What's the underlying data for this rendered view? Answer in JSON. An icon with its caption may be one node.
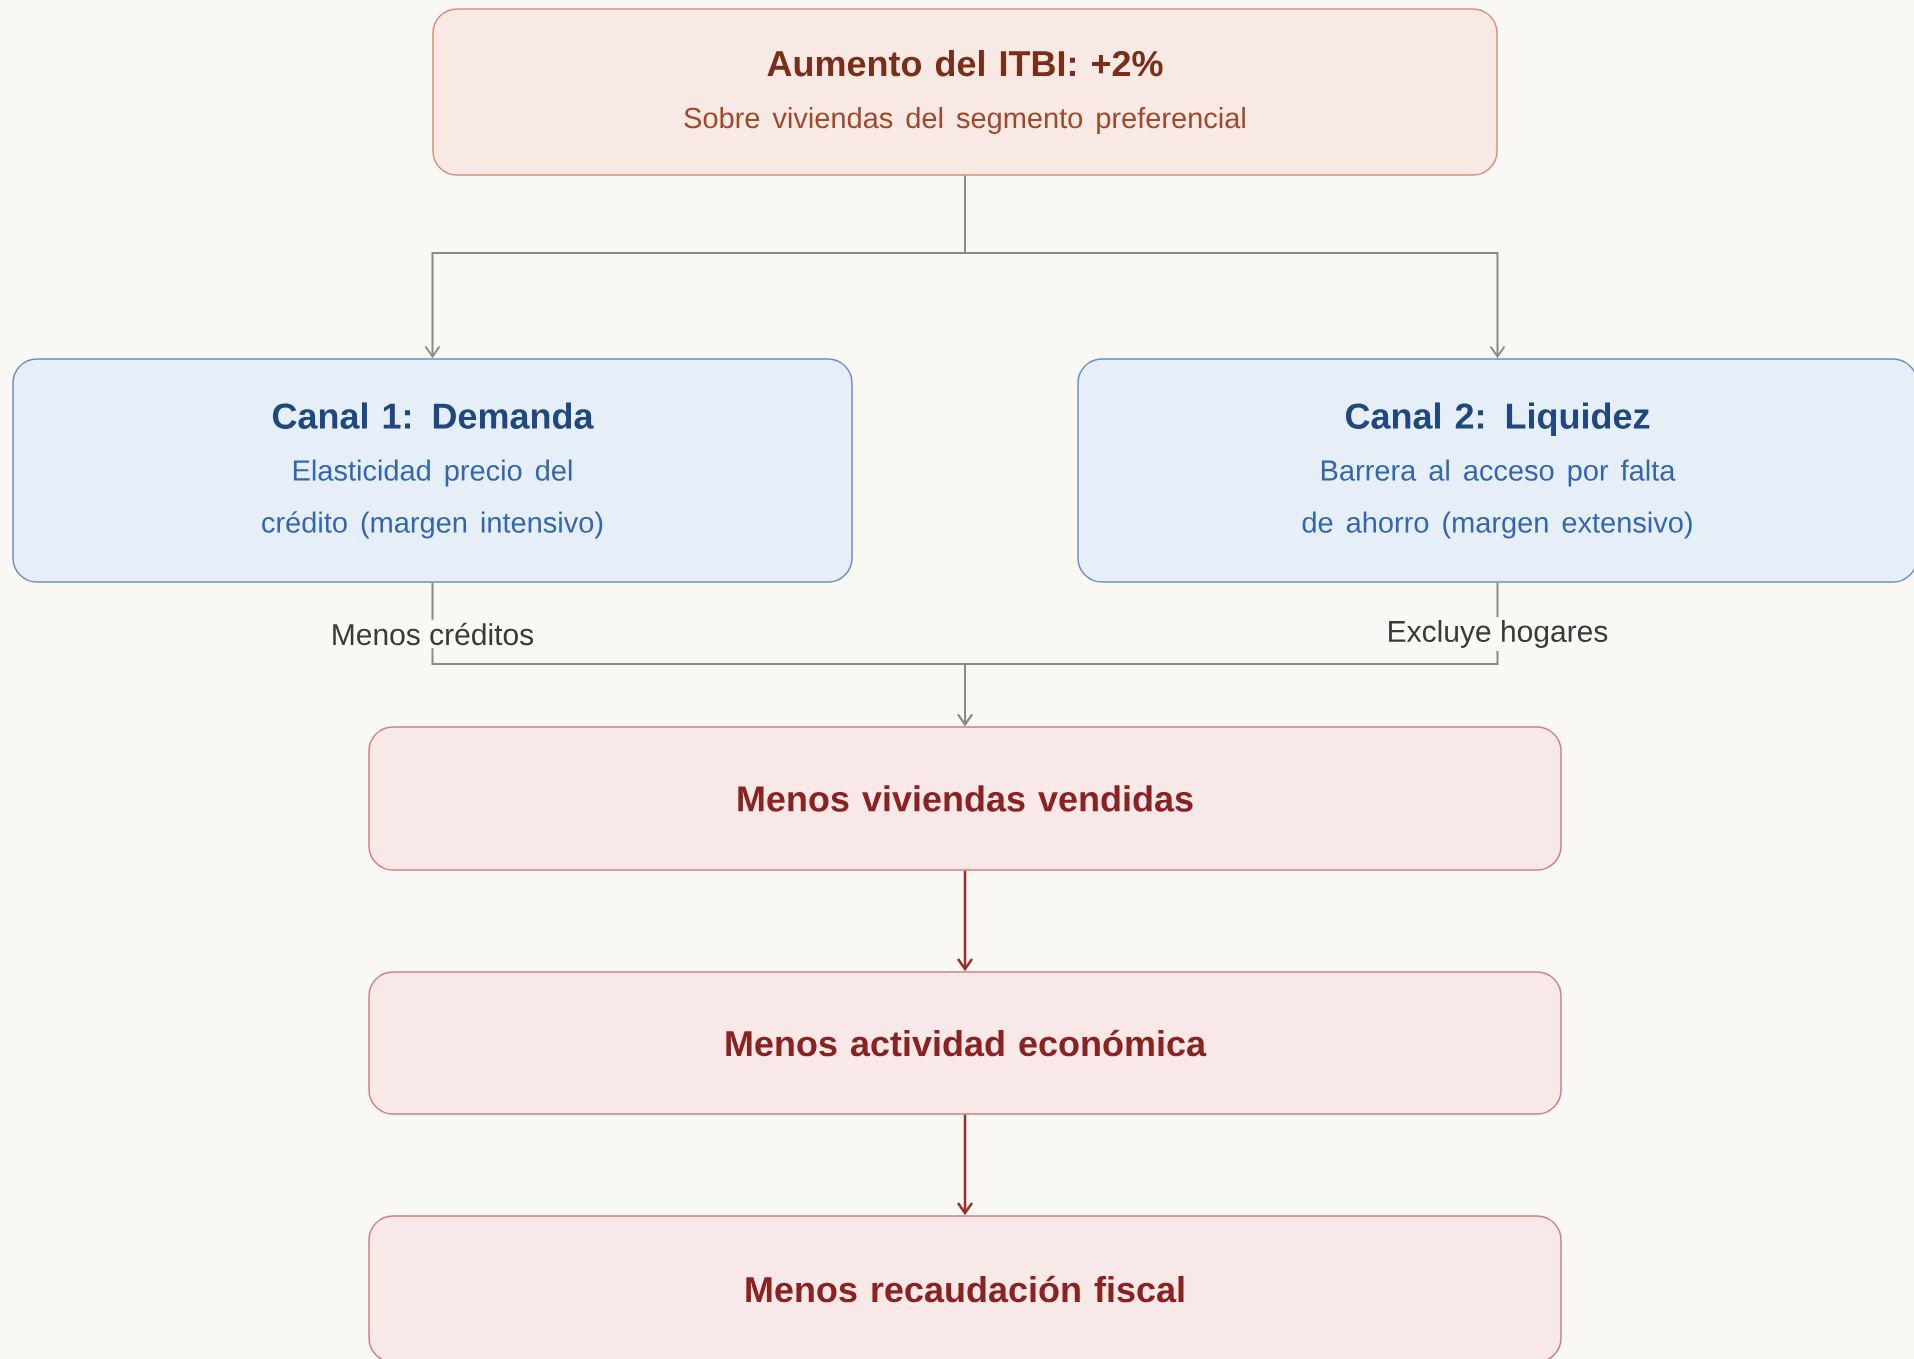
{
  "diagram": {
    "nodes": [
      {
        "text": [
          "Aumento del ITBI: +2%",
          "Sobre viviendas del segmento preferencial"
        ]
      },
      {
        "text": [
          "Canal 1: Demanda",
          "Elasticidad precio del crédito (margen intensivo)"
        ]
      },
      {
        "text": [
          "Canal 2: Liquidez",
          "Barrera al acceso por falta de ahorro (margen extensivo)"
        ]
      },
      {
        "text": [
          "Menos viviendas vendidas"
        ]
      },
      {
        "text": [
          "Menos actividad económica"
        ]
      },
      {
        "text": [
          "Menos recaudación fiscal"
        ]
      }
    ],
    "edges": [
      {
        "from": 0,
        "to": 1,
        "arrow": "to"
      },
      {
        "from": 0,
        "to": 2,
        "arrow": "to"
      },
      {
        "from": 1,
        "to": 3,
        "arrow": "to",
        "label": "Menos créditos"
      },
      {
        "from": 2,
        "to": 3,
        "arrow": "to",
        "label": "Excluye hogares"
      },
      {
        "from": 3,
        "to": 4,
        "arrow": "to",
        "color": "#9b2d2d"
      },
      {
        "from": 4,
        "to": 5,
        "arrow": "to",
        "color": "#9b2d2d"
      }
    ]
  }
}
